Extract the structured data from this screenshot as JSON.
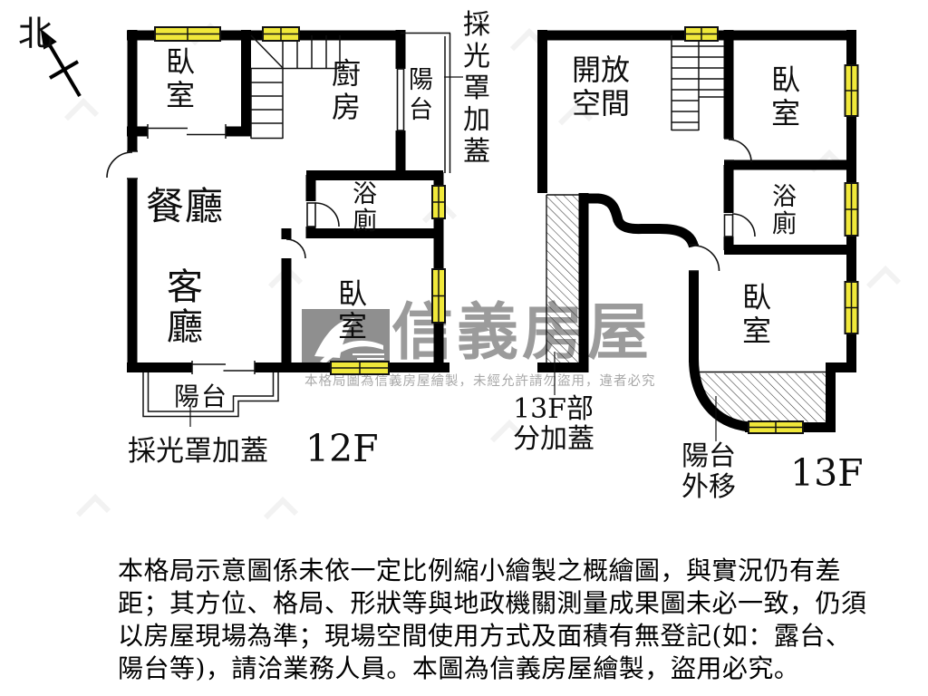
{
  "compass": {
    "north_label": "北"
  },
  "floor_12f": {
    "label": "12F",
    "bedroom_top": "臥室",
    "kitchen": "廚房",
    "balcony_top": "陽台",
    "skylight_top": "採光罩加蓋",
    "dining": "餐廳",
    "living": "客廳",
    "bathroom": "浴廁",
    "bedroom_bottom": "臥室",
    "balcony_bottom": "陽台",
    "skylight_bottom": "採光罩加蓋"
  },
  "floor_13f": {
    "label": "13F",
    "open_space": "開放空間",
    "bedroom_top": "臥室",
    "bathroom": "浴廁",
    "bedroom_bottom": "臥室",
    "partial_cover": [
      "13F部",
      "分加蓋"
    ],
    "balcony_moved": "陽台外移"
  },
  "watermark": {
    "brand": "信義房屋",
    "notice": "本格局圖為信義房屋繪製，未經允許請勿盜用，違者必究"
  },
  "disclaimer": {
    "lines": [
      "本格局示意圖係未依一定比例縮小繪製之概繪圖，與實況仍有差",
      "距；其方位、格局、形狀等與地政機關測量成果圖未必一致，仍須",
      "以房屋現場為準；現場空間使用方式及面積有無登記(如：露台、",
      "陽台等)，請洽業務人員。本圖為信義房屋繪製，盜用必究。"
    ]
  },
  "colors": {
    "wall": "#000000",
    "window": "#f0e83a",
    "watermark_gray": "#929292"
  }
}
